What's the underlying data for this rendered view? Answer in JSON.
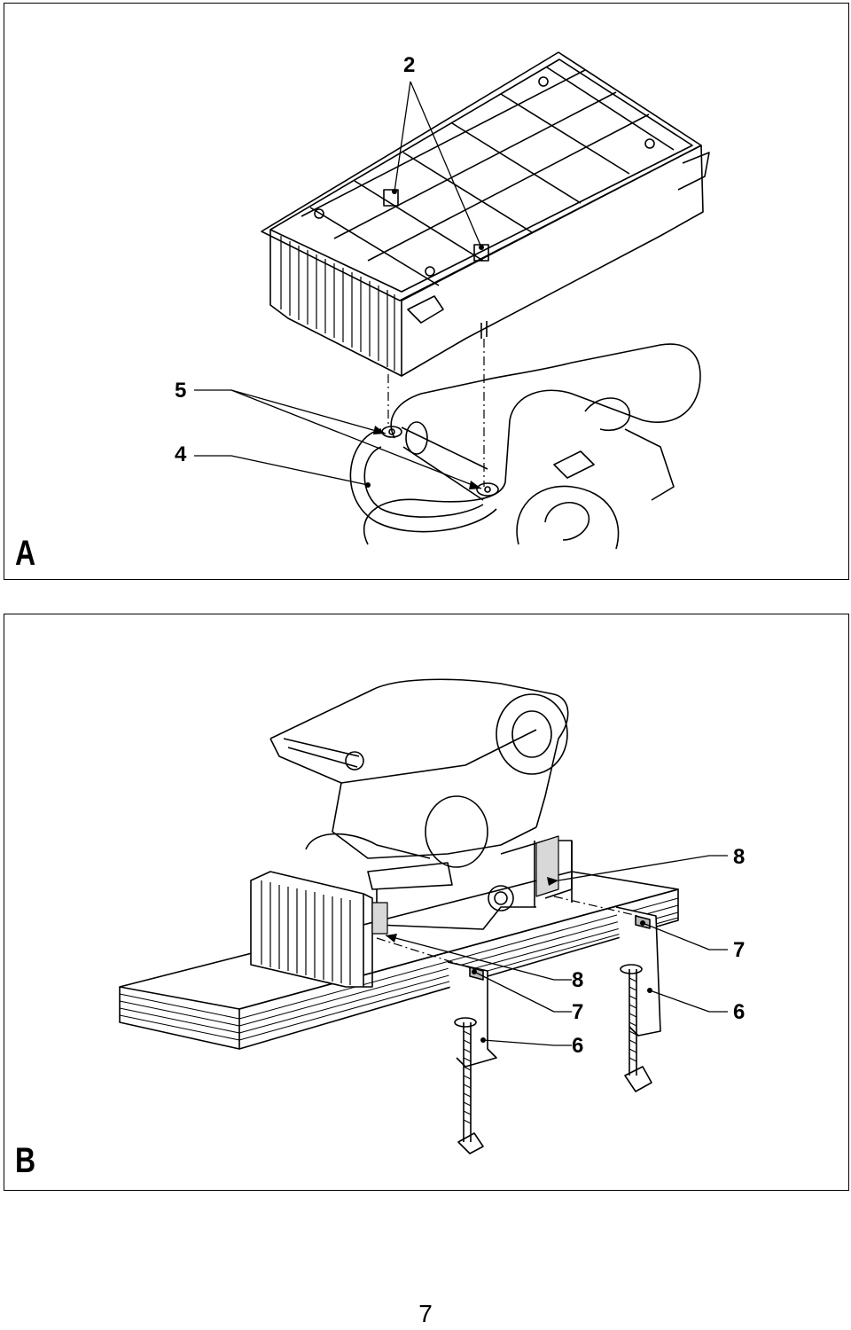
{
  "figure_a": {
    "panel_letter": "A",
    "callouts": {
      "c2": "2",
      "c5": "5",
      "c4": "4"
    }
  },
  "figure_b": {
    "panel_letter": "B",
    "callouts": {
      "c8_upper": "8",
      "c7_right": "7",
      "c8_lower": "8",
      "c7_left": "7",
      "c6_right": "6",
      "c6_left": "6"
    }
  },
  "footer": {
    "page_number": "7"
  }
}
